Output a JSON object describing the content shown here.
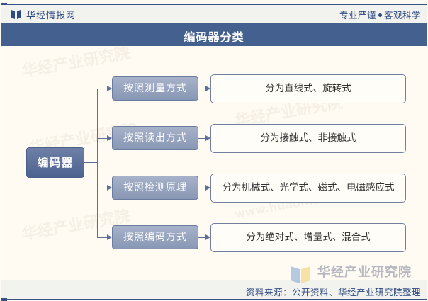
{
  "header": {
    "brand": "华经情报网",
    "slogan_left": "专业严谨",
    "slogan_right": "客观科学"
  },
  "title": "编码器分类",
  "diagram": {
    "root": "编码器",
    "branches": [
      {
        "category": "按照测量方式",
        "description": "分为直线式、旋转式"
      },
      {
        "category": "按照读出方式",
        "description": "分为接触式、非接触式"
      },
      {
        "category": "按照检测原理",
        "description": "分为机械式、光学式、磁式、电磁感应式"
      },
      {
        "category": "按照编码方式",
        "description": "分为绝对式、增量式、混合式"
      }
    ]
  },
  "watermarks": {
    "org": "华经产业研究院",
    "url": "www.huaon.com"
  },
  "footer": {
    "source": "资料来源：公开资料、华经产业研究院整理"
  },
  "colors": {
    "brand_blue": "#44608f",
    "category_fill": "#8f9db9",
    "root_fill": "#5a6f9b"
  }
}
